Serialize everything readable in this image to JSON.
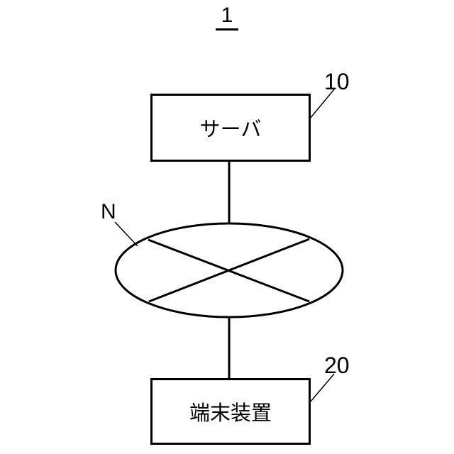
{
  "figure": {
    "title": "1",
    "nodes": {
      "server": {
        "label": "サーバ",
        "ref": "10"
      },
      "network": {
        "ref": "N"
      },
      "terminal": {
        "label": "端末装置",
        "ref": "20"
      }
    },
    "colors": {
      "stroke": "#000000",
      "background": "#ffffff"
    }
  }
}
